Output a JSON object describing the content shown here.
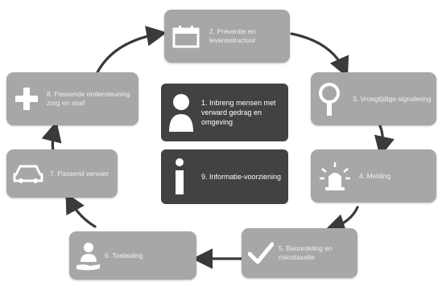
{
  "diagram": {
    "type": "cycle",
    "steps": [
      {
        "id": "2",
        "label": "2. Preventie en levensstructuur",
        "icon": "calendar-icon"
      },
      {
        "id": "3",
        "label": "3. Vroegtijdige signalering",
        "icon": "magnifier-icon"
      },
      {
        "id": "4",
        "label": "4. Melding",
        "icon": "siren-icon"
      },
      {
        "id": "5",
        "label": "5. Beoordeling en risicotaxatie",
        "icon": "checkmark-icon"
      },
      {
        "id": "6",
        "label": "6. Toeleiding",
        "icon": "hand-person-icon"
      },
      {
        "id": "7",
        "label": "7. Passend vervoer",
        "icon": "car-icon"
      },
      {
        "id": "8",
        "label": "8. Passende ondersteuning zorg en straf",
        "icon": "plus-icon"
      }
    ],
    "center": [
      {
        "id": "1",
        "label": "1. Inbreng mensen met verward gedrag en omgeving",
        "icon": "person-icon"
      },
      {
        "id": "9",
        "label": "9. Informatie-voorziening",
        "icon": "info-icon"
      }
    ],
    "colors": {
      "node": "#a7a7a7",
      "center": "#424242",
      "arrow": "#3a3a3a",
      "icon": "#ffffff"
    }
  }
}
